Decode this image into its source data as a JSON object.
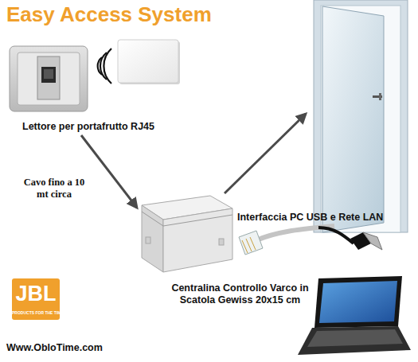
{
  "diagram": {
    "title": "Easy Access System",
    "nodes": [
      {
        "text": [
          "Lettore per portafrutto RJ45"
        ]
      },
      {
        "text": [
          "Centralina Controllo Varco in Scatola Gewiss 20x15 cm"
        ]
      }
    ],
    "edges": [
      {
        "from": 0,
        "to": 1,
        "label": "Cavo fino a 10 mt circa",
        "arrow": "to"
      }
    ],
    "labels": [
      "Interfaccia PC USB e Rete LAN",
      "JBL",
      "PRODUCTS FOR THE TIME",
      "Www.ObloTime.com"
    ]
  }
}
